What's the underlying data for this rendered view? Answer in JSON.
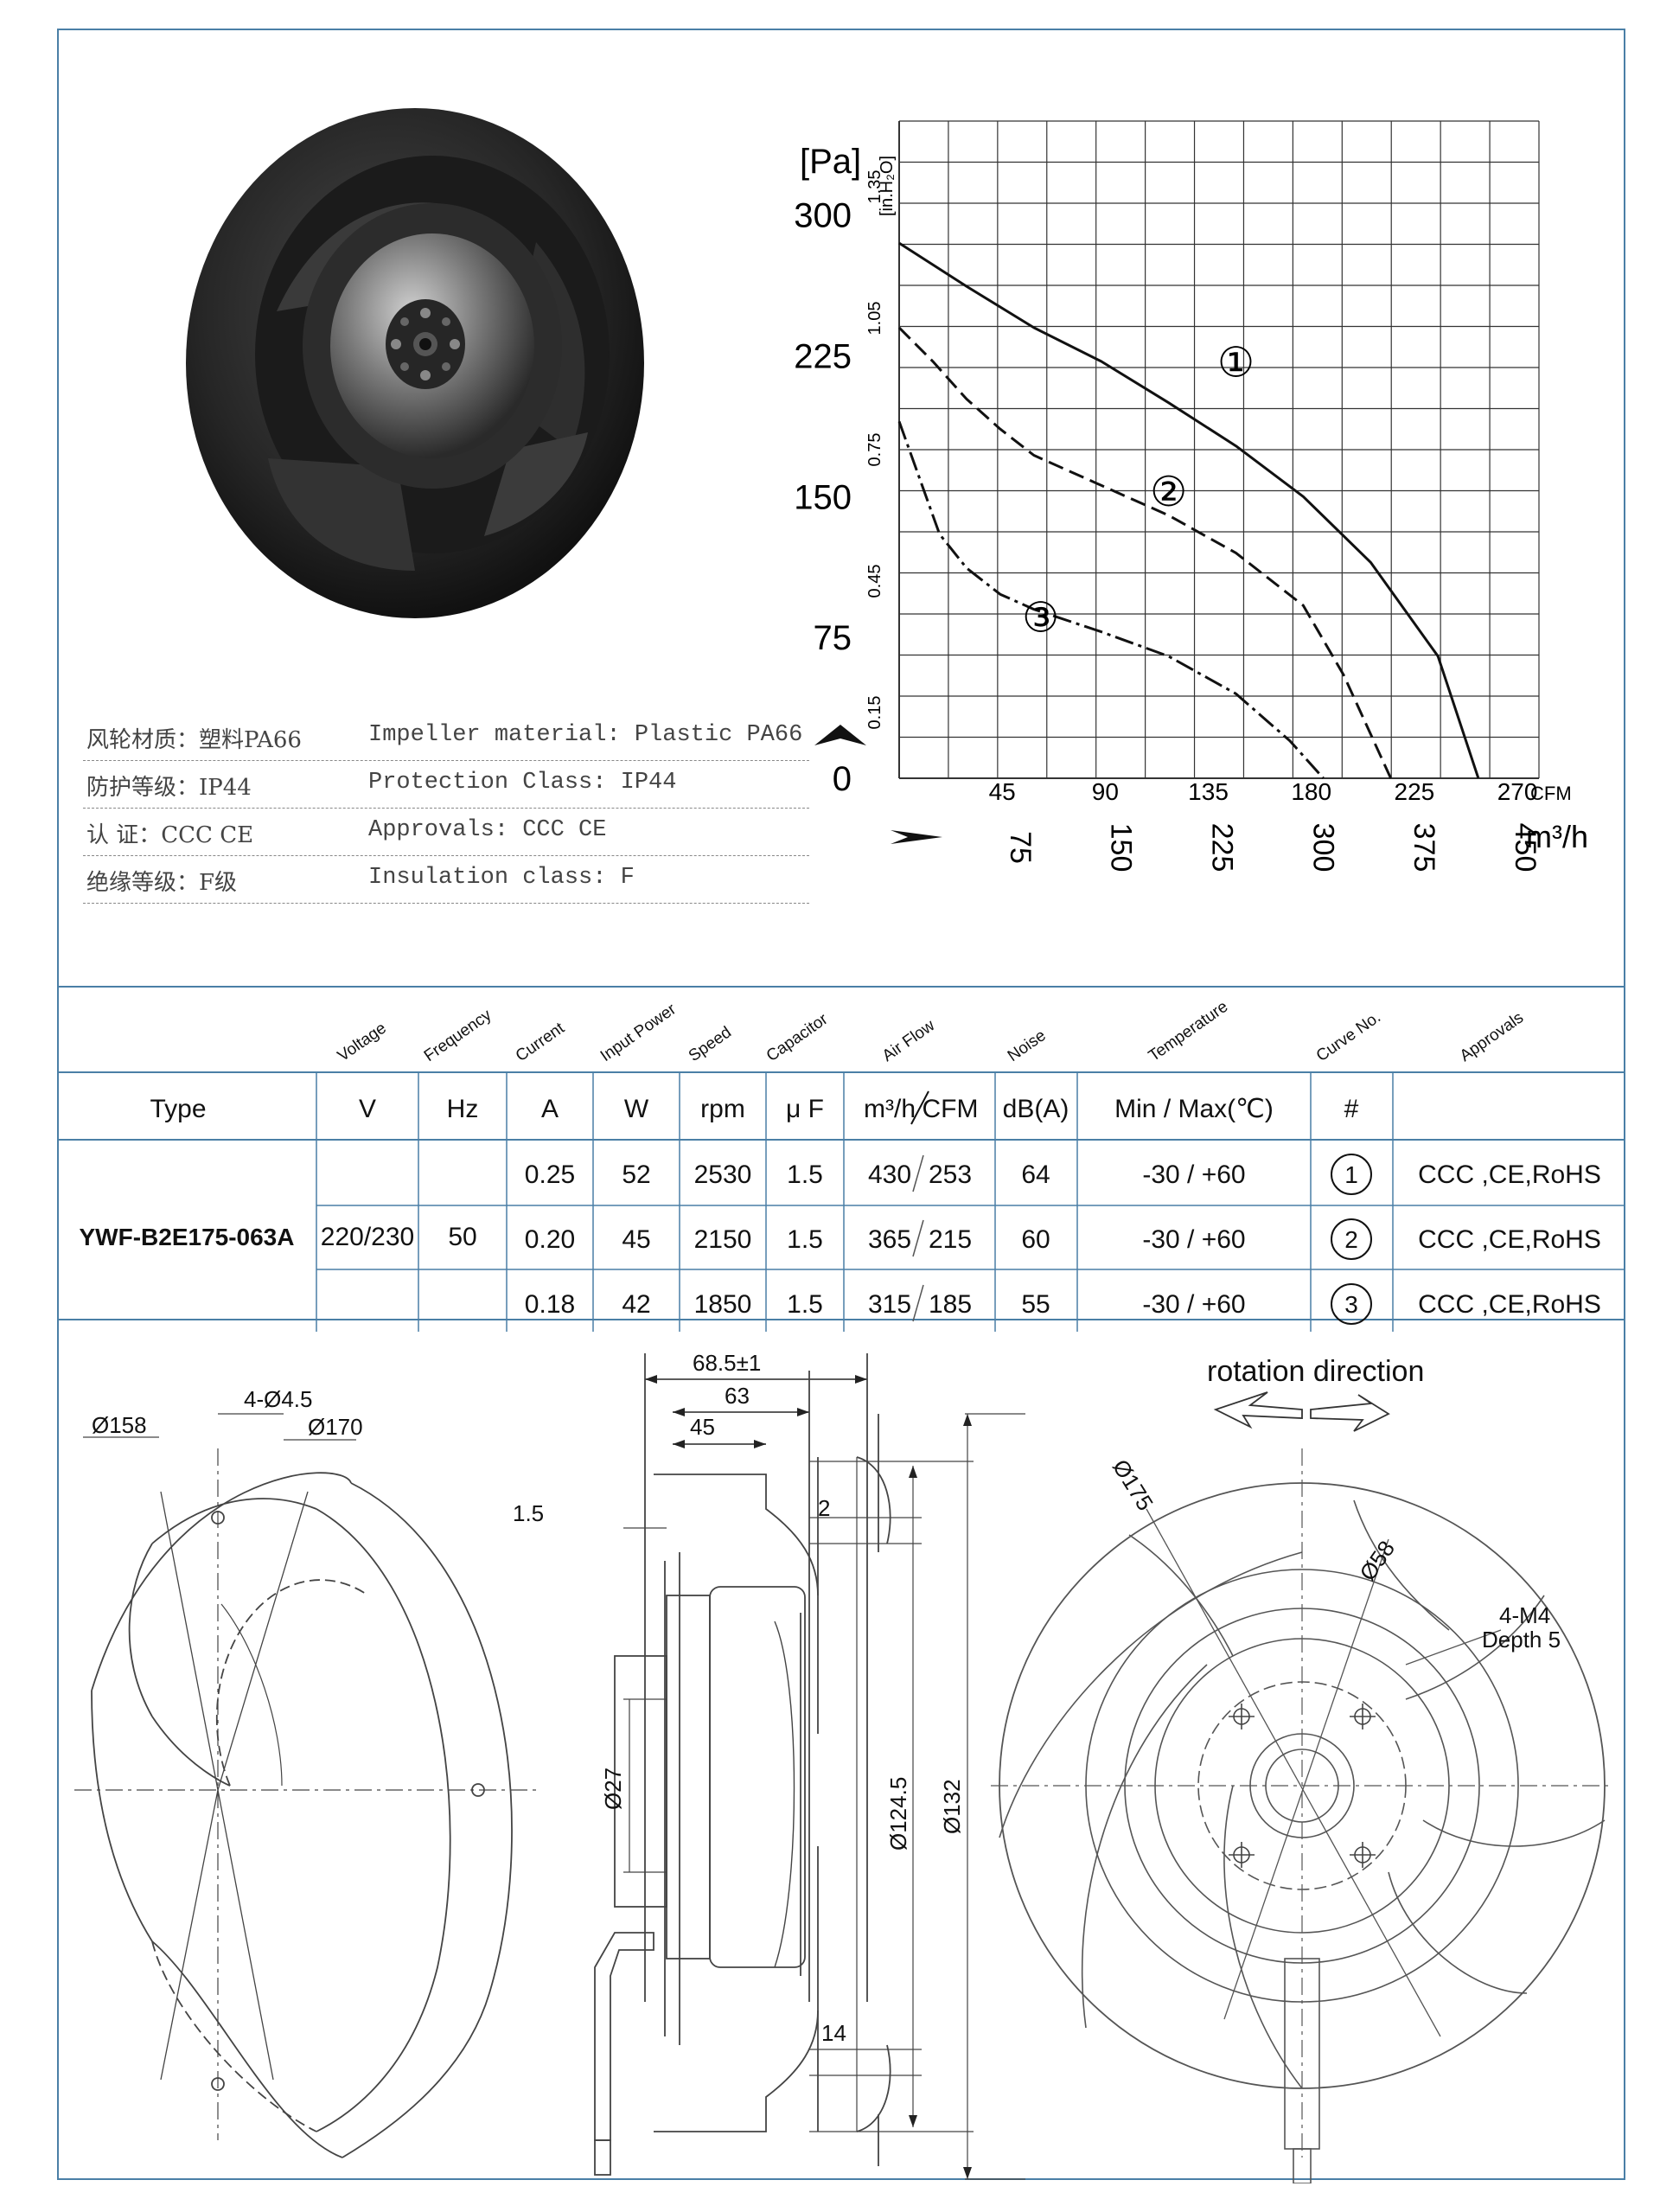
{
  "specs": [
    {
      "cn": "风轮材质：塑料PA66",
      "en": "Impeller material:  Plastic PA66"
    },
    {
      "cn": "防护等级：IP44",
      "en": "Protection Class: IP44"
    },
    {
      "cn": "认    证：CCC CE",
      "en": "Approvals: CCC  CE"
    },
    {
      "cn": "绝缘等级：F级",
      "en": "Insulation class: F"
    }
  ],
  "chart_data": {
    "type": "line",
    "ylabel": "[Pa]",
    "ylabel_secondary": "[in.H₂O]",
    "x_unit_primary": "m³/h",
    "x_unit_secondary": "CFM",
    "xlim": [
      0,
      475
    ],
    "ylim": [
      0,
      350
    ],
    "y_ticks": [
      "0",
      "75",
      "150",
      "225",
      "300"
    ],
    "y_ticks_secondary": [
      "0.15",
      "0.45",
      "0.75",
      "1.05",
      "1.35"
    ],
    "x_ticks_primary": [
      "75",
      "150",
      "225",
      "300",
      "375",
      "450"
    ],
    "x_ticks_secondary": [
      "45",
      "90",
      "135",
      "180",
      "225",
      "270"
    ],
    "grid": true,
    "series": [
      {
        "name": "①",
        "style": "solid",
        "x": [
          0,
          50,
          100,
          150,
          200,
          250,
          300,
          350,
          400,
          430
        ],
        "y": [
          285,
          262,
          240,
          222,
          200,
          177,
          150,
          115,
          65,
          0
        ]
      },
      {
        "name": "②",
        "style": "dashed",
        "x": [
          0,
          25,
          50,
          75,
          100,
          150,
          200,
          250,
          300,
          330,
          365
        ],
        "y": [
          240,
          222,
          202,
          186,
          172,
          156,
          140,
          120,
          92,
          55,
          0
        ]
      },
      {
        "name": "③",
        "style": "dashdot",
        "x": [
          0,
          15,
          30,
          50,
          75,
          100,
          150,
          200,
          250,
          290,
          315
        ],
        "y": [
          190,
          160,
          130,
          112,
          98,
          90,
          78,
          65,
          45,
          20,
          0
        ]
      }
    ]
  },
  "table": {
    "rotated_headers": [
      "Voltage",
      "Frequency",
      "Current",
      "Input Power",
      "Speed",
      "Capacitor",
      "Air Flow",
      "Noise",
      "Temperature",
      "Curve No.",
      "Approvals"
    ],
    "unit_headers": [
      "Type",
      "V",
      "Hz",
      "A",
      "W",
      "rpm",
      "μ F",
      "m³/h",
      "CFM",
      "dB(A)",
      "Min / Max(℃)",
      "#",
      ""
    ],
    "type": "YWF-B2E175-063A",
    "voltage": "220/230",
    "frequency": "50",
    "rows": [
      {
        "current": "0.25",
        "power": "52",
        "speed": "2530",
        "cap": "1.5",
        "flow_m3h": "430",
        "flow_cfm": "253",
        "noise": "64",
        "temp": "-30 / +60",
        "curve": "1",
        "approvals": "CCC ,CE,RoHS"
      },
      {
        "current": "0.20",
        "power": "45",
        "speed": "2150",
        "cap": "1.5",
        "flow_m3h": "365",
        "flow_cfm": "215",
        "noise": "60",
        "temp": "-30 / +60",
        "curve": "2",
        "approvals": "CCC ,CE,RoHS"
      },
      {
        "current": "0.18",
        "power": "42",
        "speed": "1850",
        "cap": "1.5",
        "flow_m3h": "315",
        "flow_cfm": "185",
        "noise": "55",
        "temp": "-30 / +60",
        "curve": "3",
        "approvals": "CCC ,CE,RoHS"
      }
    ]
  },
  "drawing": {
    "d158": "Ø158",
    "holes": "4-Ø4.5",
    "d170": "Ø170",
    "w685": "68.5±1",
    "w63": "63",
    "w45": "45",
    "t15": "1.5",
    "d27": "Ø27",
    "t2": "2",
    "t14": "14",
    "d1245": "Ø124.5",
    "d132": "Ø132",
    "rotation": "rotation direction",
    "d175": "Ø175",
    "d58": "Ø58",
    "m4": "4-M4",
    "depth": "Depth 5"
  }
}
